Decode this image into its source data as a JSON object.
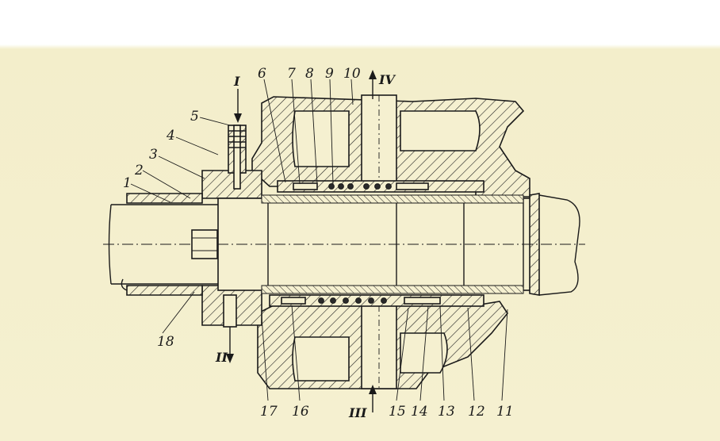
{
  "figure": {
    "callouts": [
      "1",
      "2",
      "3",
      "4",
      "5",
      "6",
      "7",
      "8",
      "9",
      "10",
      "11",
      "12",
      "13",
      "14",
      "15",
      "16",
      "17",
      "18"
    ],
    "flow_labels": {
      "inlet_top": "I",
      "outlet_bottom": "II",
      "inlet_bottom": "III",
      "outlet_top": "IV"
    }
  },
  "colors": {
    "paper": "#f5f0d0",
    "ink": "#1a1a1a"
  }
}
